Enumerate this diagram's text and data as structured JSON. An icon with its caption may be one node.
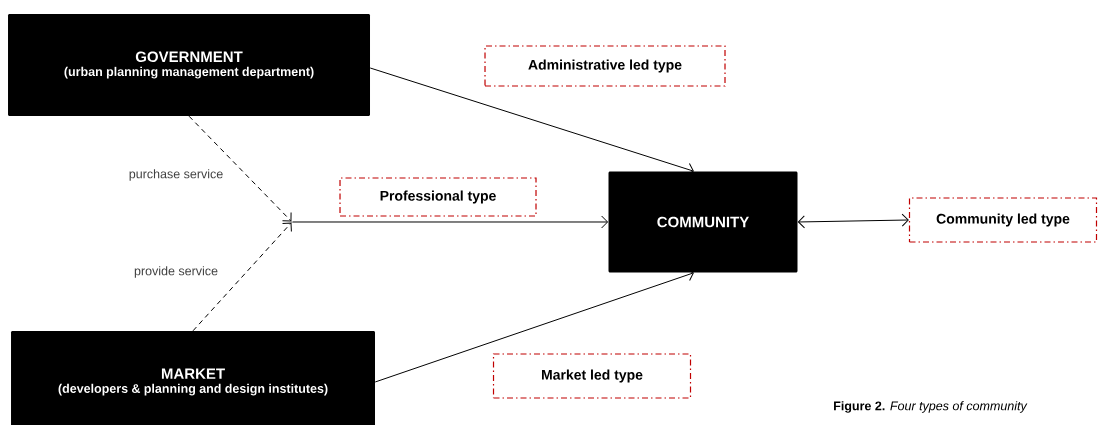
{
  "diagram": {
    "caption": "**Figure 2.** *Four types of community*",
    "nodes": [
      {
        "text": [
          "GOVERNMENT",
          "(urban planning management department)"
        ]
      },
      {
        "text": [
          "Administrative led type"
        ]
      },
      {
        "text": [],
        "shape": "point"
      },
      {
        "text": [
          "Professional type"
        ]
      },
      {
        "text": [
          "COMMUNITY"
        ]
      },
      {
        "text": [
          "Community led type"
        ]
      },
      {
        "text": [
          "MARKET",
          "(developers & planning and design institutes)"
        ]
      },
      {
        "text": [
          "Market led type"
        ]
      }
    ],
    "edges": [
      {
        "from": 0,
        "to": 2,
        "arrow": "to",
        "style": "dashed",
        "label": "purchase service"
      },
      {
        "from": 6,
        "to": 2,
        "arrow": "to",
        "style": "dashed",
        "label": "provide service"
      },
      {
        "from": 2,
        "to": 4,
        "arrow": "to"
      },
      {
        "from": 0,
        "to": 4,
        "arrow": "to"
      },
      {
        "from": 6,
        "to": 4,
        "arrow": "to"
      },
      {
        "from": 4,
        "to": 5,
        "arrow": "both"
      }
    ]
  }
}
